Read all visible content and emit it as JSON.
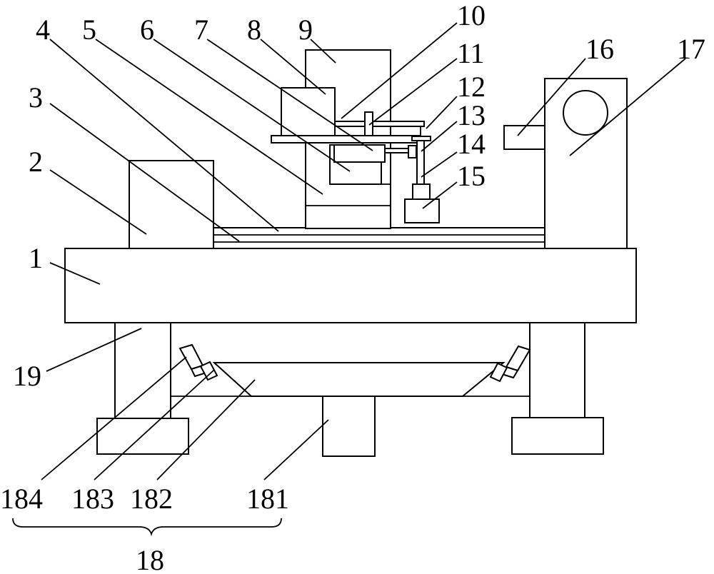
{
  "figure": {
    "labels": {
      "l1": "1",
      "l2": "2",
      "l3": "3",
      "l4": "4",
      "l5": "5",
      "l6": "6",
      "l7": "7",
      "l8": "8",
      "l9": "9",
      "l10": "10",
      "l11": "11",
      "l12": "12",
      "l13": "13",
      "l14": "14",
      "l15": "15",
      "l16": "16",
      "l17": "17",
      "l18": "18",
      "l19": "19",
      "l181": "181",
      "l182": "182",
      "l183": "183",
      "l184": "184"
    }
  }
}
